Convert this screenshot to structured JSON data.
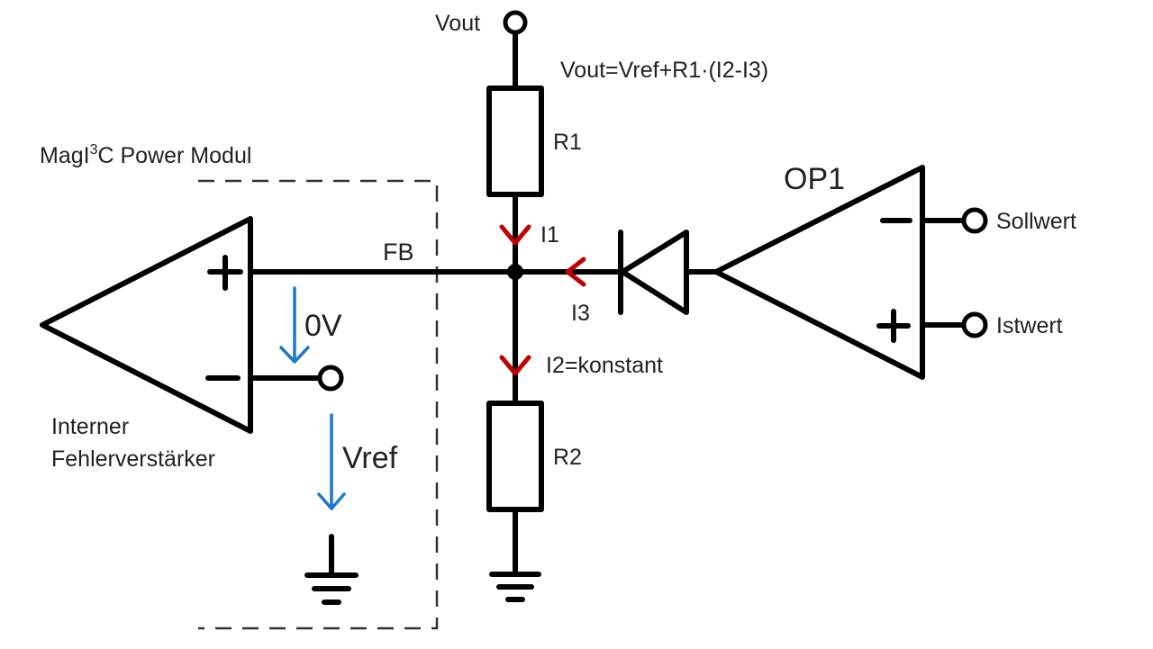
{
  "diagram": {
    "type": "circuit-schematic",
    "colors": {
      "wire": "#000000",
      "current_arrow": "#c00000",
      "voltage_arrow": "#1f78c8",
      "module_border": "#333333",
      "text": "#222222"
    },
    "labels": {
      "vout_terminal": "Vout",
      "formula": "Vout=Vref+R1·(I2-I3)",
      "module_title_prefix": "MagI",
      "module_title_sup": "3",
      "module_title_suffix": "C Power Modul",
      "r1": "R1",
      "r2": "R2",
      "i1": "I1",
      "i2": "I2=konstant",
      "i3": "I3",
      "fb": "FB",
      "op1": "OP1",
      "sollwert": "Sollwert",
      "istwert": "Istwert",
      "zero_v": "0V",
      "vref": "Vref",
      "error_amp_line1": "Interner",
      "error_amp_line2": "Fehlerverstärker",
      "plus": "+",
      "minus": "−"
    },
    "components": [
      {
        "id": "R1",
        "kind": "resistor"
      },
      {
        "id": "R2",
        "kind": "resistor"
      },
      {
        "id": "D1",
        "kind": "diode"
      },
      {
        "id": "OP1",
        "kind": "op-amp"
      },
      {
        "id": "EA",
        "kind": "op-amp",
        "name": "Interner Fehlerverstärker"
      },
      {
        "id": "GND1",
        "kind": "ground"
      },
      {
        "id": "GND2",
        "kind": "ground"
      }
    ]
  }
}
